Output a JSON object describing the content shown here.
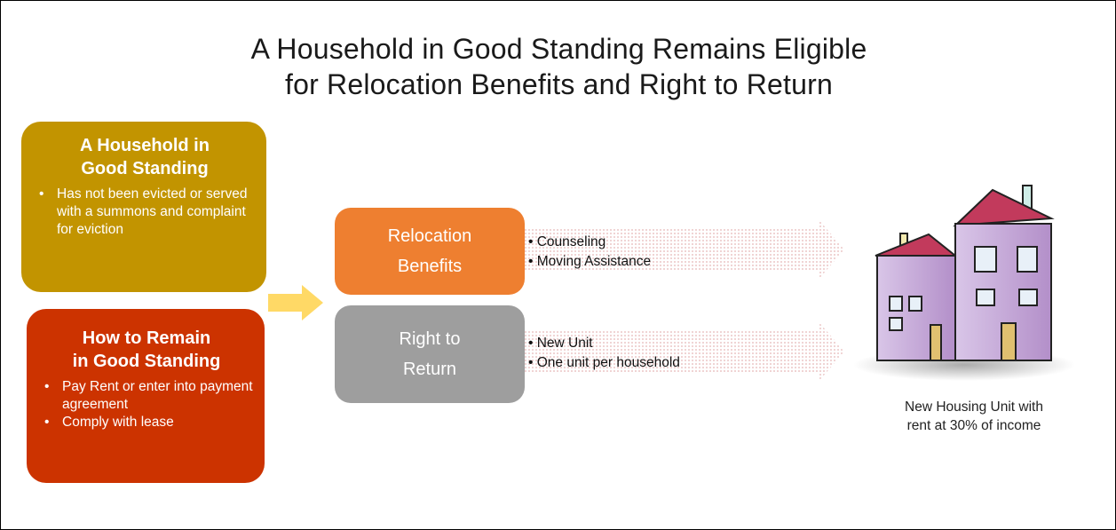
{
  "title": {
    "line1": "A Household in Good Standing Remains Eligible",
    "line2": "for Relocation Benefits and Right to Return"
  },
  "good_standing": {
    "title_line1": "A Household in",
    "title_line2": "Good Standing",
    "bullets": [
      "Has not been evicted or served with a summons and complaint for eviction"
    ],
    "color": "#c29400"
  },
  "remain": {
    "title_line1": "How to Remain",
    "title_line2": "in Good Standing",
    "bullets": [
      "Pay Rent or enter into payment agreement",
      "Comply with lease"
    ],
    "color": "#cc3300"
  },
  "relocation": {
    "label_line1": "Relocation",
    "label_line2": "Benefits",
    "bullets": [
      "Counseling",
      "Moving Assistance"
    ],
    "color": "#ee7f30"
  },
  "right_to_return": {
    "label_line1": "Right to",
    "label_line2": "Return",
    "bullets": [
      "New Unit",
      "One unit per household"
    ],
    "color": "#9e9e9e"
  },
  "housing": {
    "icon": "apartment-building-icon",
    "caption_line1": "New Housing Unit with",
    "caption_line2": "rent at 30% of income"
  },
  "colors": {
    "arrow": "#ffd966",
    "stream_arrow": "#f2dcdc"
  }
}
